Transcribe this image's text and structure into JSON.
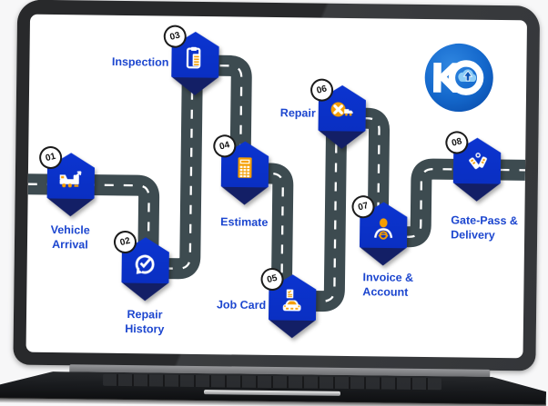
{
  "page": {
    "type": "vehicle-service-workflow-roadmap",
    "displayed_on": "laptop-screen-mockup"
  },
  "logo": {
    "letter_k": "K",
    "mark": "cloud-upload-in-d-ring",
    "circle_color": "#1266c9"
  },
  "steps": [
    {
      "number": "01",
      "label": "Vehicle Arrival",
      "icon": "tow-truck-icon"
    },
    {
      "number": "02",
      "label": "Repair History",
      "icon": "repair-history-icon"
    },
    {
      "number": "03",
      "label": "Inspection",
      "icon": "inspection-clipboard-icon"
    },
    {
      "number": "04",
      "label": "Estimate",
      "icon": "calculator-icon"
    },
    {
      "number": "05",
      "label": "Job Card",
      "icon": "job-card-icon"
    },
    {
      "number": "06",
      "label": "Repair",
      "icon": "repair-truck-icon"
    },
    {
      "number": "07",
      "label": "Invoice & Account",
      "icon": "invoice-account-icon"
    },
    {
      "number": "08",
      "label": "Gate-Pass & Delivery",
      "icon": "gate-pass-keys-icon"
    }
  ],
  "colors": {
    "badge_blue": "#0b34d0",
    "badge_tip_navy": "#131f66",
    "road_gray": "#3d4b50",
    "road_dash": "#ffffff",
    "label_blue": "#1c46cf",
    "icon_orange": "#f59e00",
    "number_text": "#111111"
  }
}
